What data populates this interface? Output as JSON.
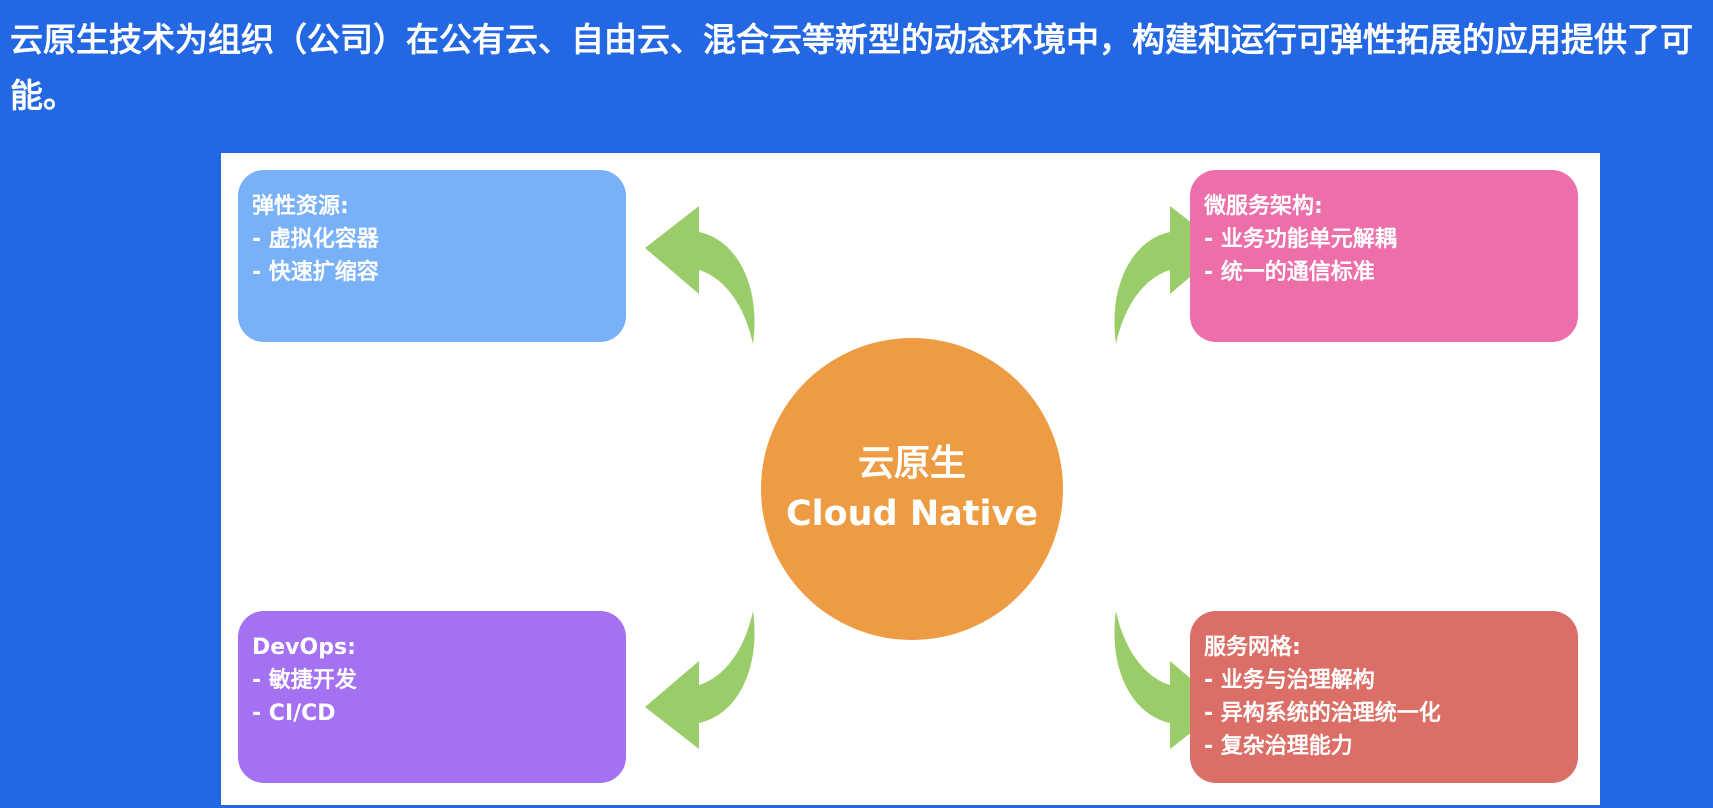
{
  "intro_text": "云原生技术为组织（公司）在公有云、自由云、混合云等新型的动态环境中，构建和运行可弹性拓展的应用提供了可能。",
  "diagram": {
    "center": {
      "title_cn": "云原生",
      "title_en": "Cloud Native",
      "color": "#EE9C43"
    },
    "arrow_color": "#9ACD6A",
    "cards": {
      "elastic": {
        "title": "弹性资源:",
        "items": [
          "虚拟化容器",
          "快速扩缩容"
        ],
        "color": "#78B1F7"
      },
      "micro": {
        "title": "微服务架构:",
        "items": [
          "业务功能单元解耦",
          "统一的通信标准"
        ],
        "color": "#EC6FA9"
      },
      "devops": {
        "title": "DevOps:",
        "items": [
          "敏捷开发",
          "CI/CD"
        ],
        "color": "#A471F2"
      },
      "mesh": {
        "title": "服务网格:",
        "items": [
          "业务与治理解构",
          "异构系统的治理统一化",
          "复杂治理能力"
        ],
        "color": "#DB6E66"
      }
    }
  },
  "background_color": "#2368E2"
}
